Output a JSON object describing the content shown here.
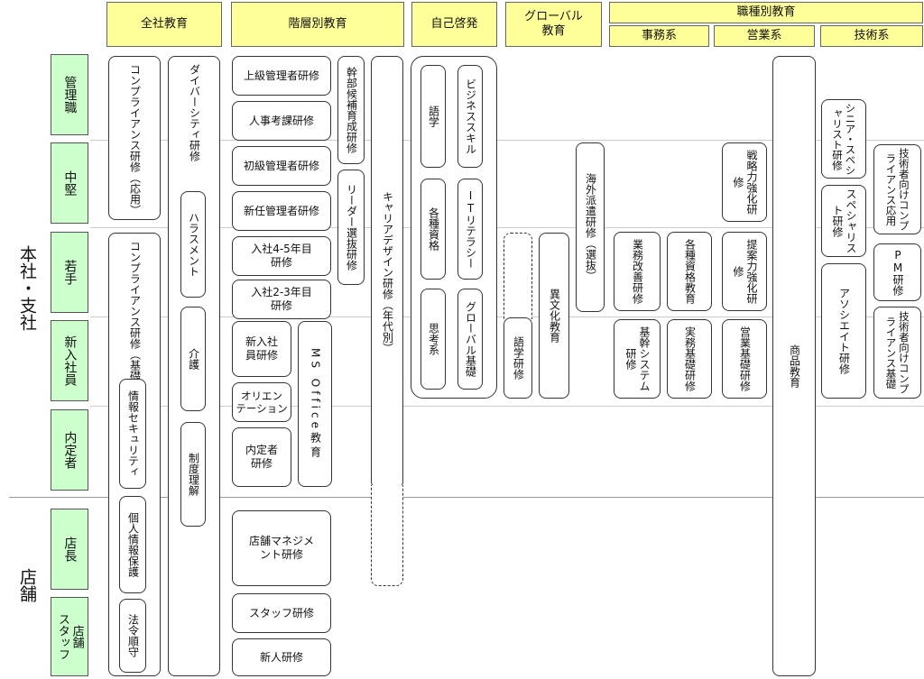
{
  "headers": {
    "zensha": "全社教育",
    "kaisou": "階層別教育",
    "jiko": "自己啓発",
    "global": "グローバル\n教育",
    "shokushu": "職種別教育",
    "jimu": "事務系",
    "eigyo": "営業系",
    "gijutsu": "技術系"
  },
  "sites": {
    "honsha": "本社・支社",
    "tenpo": "店舗"
  },
  "rows": {
    "kanri": "管理職",
    "chuken": "中堅",
    "wakate": "若手",
    "shinnyu": "新入社員",
    "naitei": "内定者",
    "tencho": "店長",
    "staff": "店舗\nスタッフ"
  },
  "zensha": {
    "comp_app": "コンプライアンス研修（応用）",
    "comp_basic": "コンプライアンス研修（基礎）",
    "joho": "情報セキュリティ",
    "kojin": "個人情報保護",
    "hourei": "法令順守",
    "diversity": "ダイバーシティ研修",
    "harass": "ハラスメント",
    "kaigo": "介護",
    "seido": "制度理解"
  },
  "kaisou": {
    "jokyu": "上級管理者研修",
    "jinji": "人事考課研修",
    "shokyu": "初級管理者研修",
    "shinnin": "新任管理者研修",
    "nyusha45": "入社4-5年目\n研修",
    "nyusha23": "入社2-3年目\n研修",
    "shinnyu": "新入社\n員研修",
    "orient": "オリエン\nテーション",
    "naitei": "内定者\n研修",
    "ms": "MS Office教育",
    "kanbu": "幹部候補育成研修",
    "leader": "リーダー選抜研修",
    "career": "キャリアデザイン研修（年代別）",
    "tenpo_mgmt": "店舗マネジメ\nント研修",
    "staff": "スタッフ研修",
    "shinjin": "新人研修"
  },
  "jiko": {
    "gogaku": "語学",
    "kakushu": "各種資格",
    "shiko": "思考系",
    "business": "ビジネススキル",
    "it": "ITリテラシー",
    "global_basic": "グローバル基礎"
  },
  "global": {
    "kaigai": "海外派遣研修（選抜）",
    "ibunka": "異文化教育",
    "gogaku": "語学研修"
  },
  "jimu": {
    "gyomu": "業務改善研修",
    "kikan": "基幹システム研修",
    "kakushu": "各種資格教育",
    "jitsumu": "実務基礎研修"
  },
  "eigyo": {
    "senryaku": "戦略力強化研修",
    "teian": "提案力強化研修",
    "eigyo_basic": "営業基礎研修",
    "shohin": "商品教育"
  },
  "gijutsu": {
    "senior": "シニア・スペシャリスト研修",
    "specialist": "スペシャリスト研修",
    "associate": "アソシエイト研修",
    "comp_app": "技術者向けコンプライアンス応用",
    "pm": "PM研修",
    "comp_basic": "技術者向けコンプライアンス基礎"
  }
}
